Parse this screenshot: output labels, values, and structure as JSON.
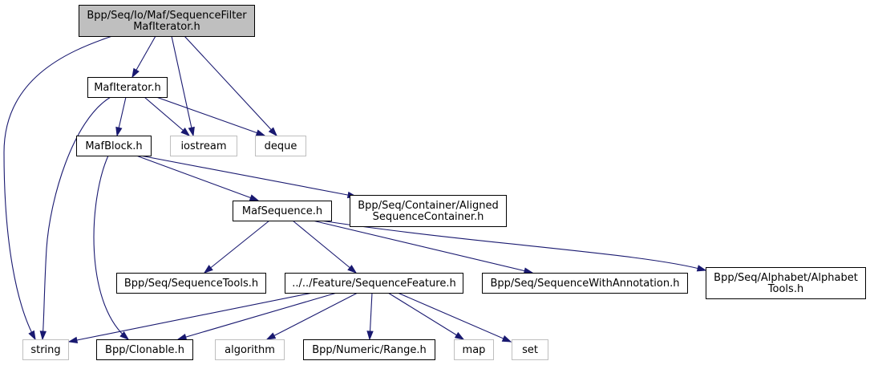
{
  "graph": {
    "title_node": "n_root",
    "colors": {
      "edge": "#191970",
      "node_border": "#000000",
      "external_border": "#bfbfbf",
      "root_fill": "#bfbfbf",
      "node_fill": "#ffffff"
    },
    "nodes": [
      {
        "id": "n_root",
        "name": "node-root-sequencefilter",
        "lines": [
          "Bpp/Seq/Io/Maf/SequenceFilter",
          "MafIterator.h"
        ],
        "kind": "root"
      },
      {
        "id": "n_mafiter",
        "name": "node-mafiterator-h",
        "lines": [
          "MafIterator.h"
        ],
        "kind": "local"
      },
      {
        "id": "n_string",
        "name": "node-string",
        "lines": [
          "string"
        ],
        "kind": "external"
      },
      {
        "id": "n_iostream",
        "name": "node-iostream",
        "lines": [
          "iostream"
        ],
        "kind": "external"
      },
      {
        "id": "n_deque",
        "name": "node-deque",
        "lines": [
          "deque"
        ],
        "kind": "external"
      },
      {
        "id": "n_mafblock",
        "name": "node-mafblock-h",
        "lines": [
          "MafBlock.h"
        ],
        "kind": "local"
      },
      {
        "id": "n_clonable",
        "name": "node-clonable-h",
        "lines": [
          "Bpp/Clonable.h"
        ],
        "kind": "local"
      },
      {
        "id": "n_mafseq",
        "name": "node-mafsequence-h",
        "lines": [
          "MafSequence.h"
        ],
        "kind": "local"
      },
      {
        "id": "n_aligned",
        "name": "node-alignedsequencecontainer-h",
        "lines": [
          "Bpp/Seq/Container/Aligned",
          "SequenceContainer.h"
        ],
        "kind": "local"
      },
      {
        "id": "n_seqtools",
        "name": "node-sequencetools-h",
        "lines": [
          "Bpp/Seq/SequenceTools.h"
        ],
        "kind": "local"
      },
      {
        "id": "n_seqfeature",
        "name": "node-sequencefeature-h",
        "lines": [
          "../../Feature/SequenceFeature.h"
        ],
        "kind": "local"
      },
      {
        "id": "n_seqannot",
        "name": "node-sequencewithannotation-h",
        "lines": [
          "Bpp/Seq/SequenceWithAnnotation.h"
        ],
        "kind": "local"
      },
      {
        "id": "n_alphatools",
        "name": "node-alphabettools-h",
        "lines": [
          "Bpp/Seq/Alphabet/Alphabet",
          "Tools.h"
        ],
        "kind": "local"
      },
      {
        "id": "n_algorithm",
        "name": "node-algorithm",
        "lines": [
          "algorithm"
        ],
        "kind": "external"
      },
      {
        "id": "n_range",
        "name": "node-range-h",
        "lines": [
          "Bpp/Numeric/Range.h"
        ],
        "kind": "local"
      },
      {
        "id": "n_map",
        "name": "node-map",
        "lines": [
          "map"
        ],
        "kind": "external"
      },
      {
        "id": "n_set",
        "name": "node-set",
        "lines": [
          "set"
        ],
        "kind": "external"
      }
    ],
    "edges": [
      {
        "from": "n_root",
        "to": "n_mafiter"
      },
      {
        "from": "n_root",
        "to": "n_string"
      },
      {
        "from": "n_root",
        "to": "n_iostream"
      },
      {
        "from": "n_root",
        "to": "n_deque"
      },
      {
        "from": "n_mafiter",
        "to": "n_string"
      },
      {
        "from": "n_mafiter",
        "to": "n_iostream"
      },
      {
        "from": "n_mafiter",
        "to": "n_deque"
      },
      {
        "from": "n_mafiter",
        "to": "n_mafblock"
      },
      {
        "from": "n_mafblock",
        "to": "n_clonable"
      },
      {
        "from": "n_mafblock",
        "to": "n_mafseq"
      },
      {
        "from": "n_mafblock",
        "to": "n_aligned"
      },
      {
        "from": "n_mafseq",
        "to": "n_seqtools"
      },
      {
        "from": "n_mafseq",
        "to": "n_seqfeature"
      },
      {
        "from": "n_mafseq",
        "to": "n_seqannot"
      },
      {
        "from": "n_mafseq",
        "to": "n_alphatools"
      },
      {
        "from": "n_seqfeature",
        "to": "n_string"
      },
      {
        "from": "n_seqfeature",
        "to": "n_clonable"
      },
      {
        "from": "n_seqfeature",
        "to": "n_algorithm"
      },
      {
        "from": "n_seqfeature",
        "to": "n_range"
      },
      {
        "from": "n_seqfeature",
        "to": "n_map"
      },
      {
        "from": "n_seqfeature",
        "to": "n_set"
      }
    ]
  }
}
